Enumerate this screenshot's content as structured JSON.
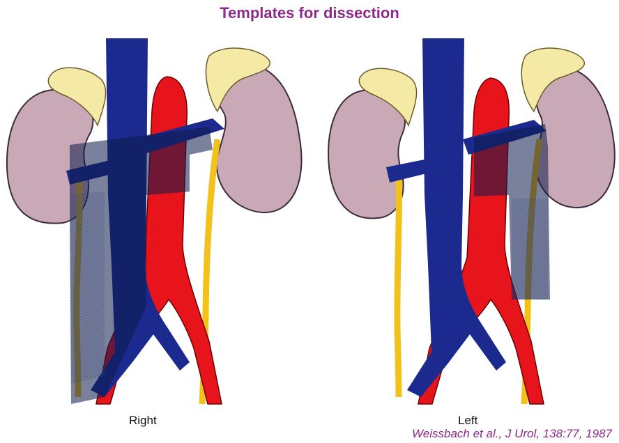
{
  "title": "Templates for dissection",
  "panels": [
    {
      "label": "Right"
    },
    {
      "label": "Left"
    }
  ],
  "citation": "Weissbach et al., J Urol, 138:77, 1987",
  "colors": {
    "title": "#8e2a8c",
    "vena_cava": "#1c2a8f",
    "aorta": "#e8141c",
    "ureter": "#f2c21b",
    "kidney": "#c9a9b6",
    "adrenal": "#f5e9a6",
    "template_overlay": "#0c1a4a"
  }
}
